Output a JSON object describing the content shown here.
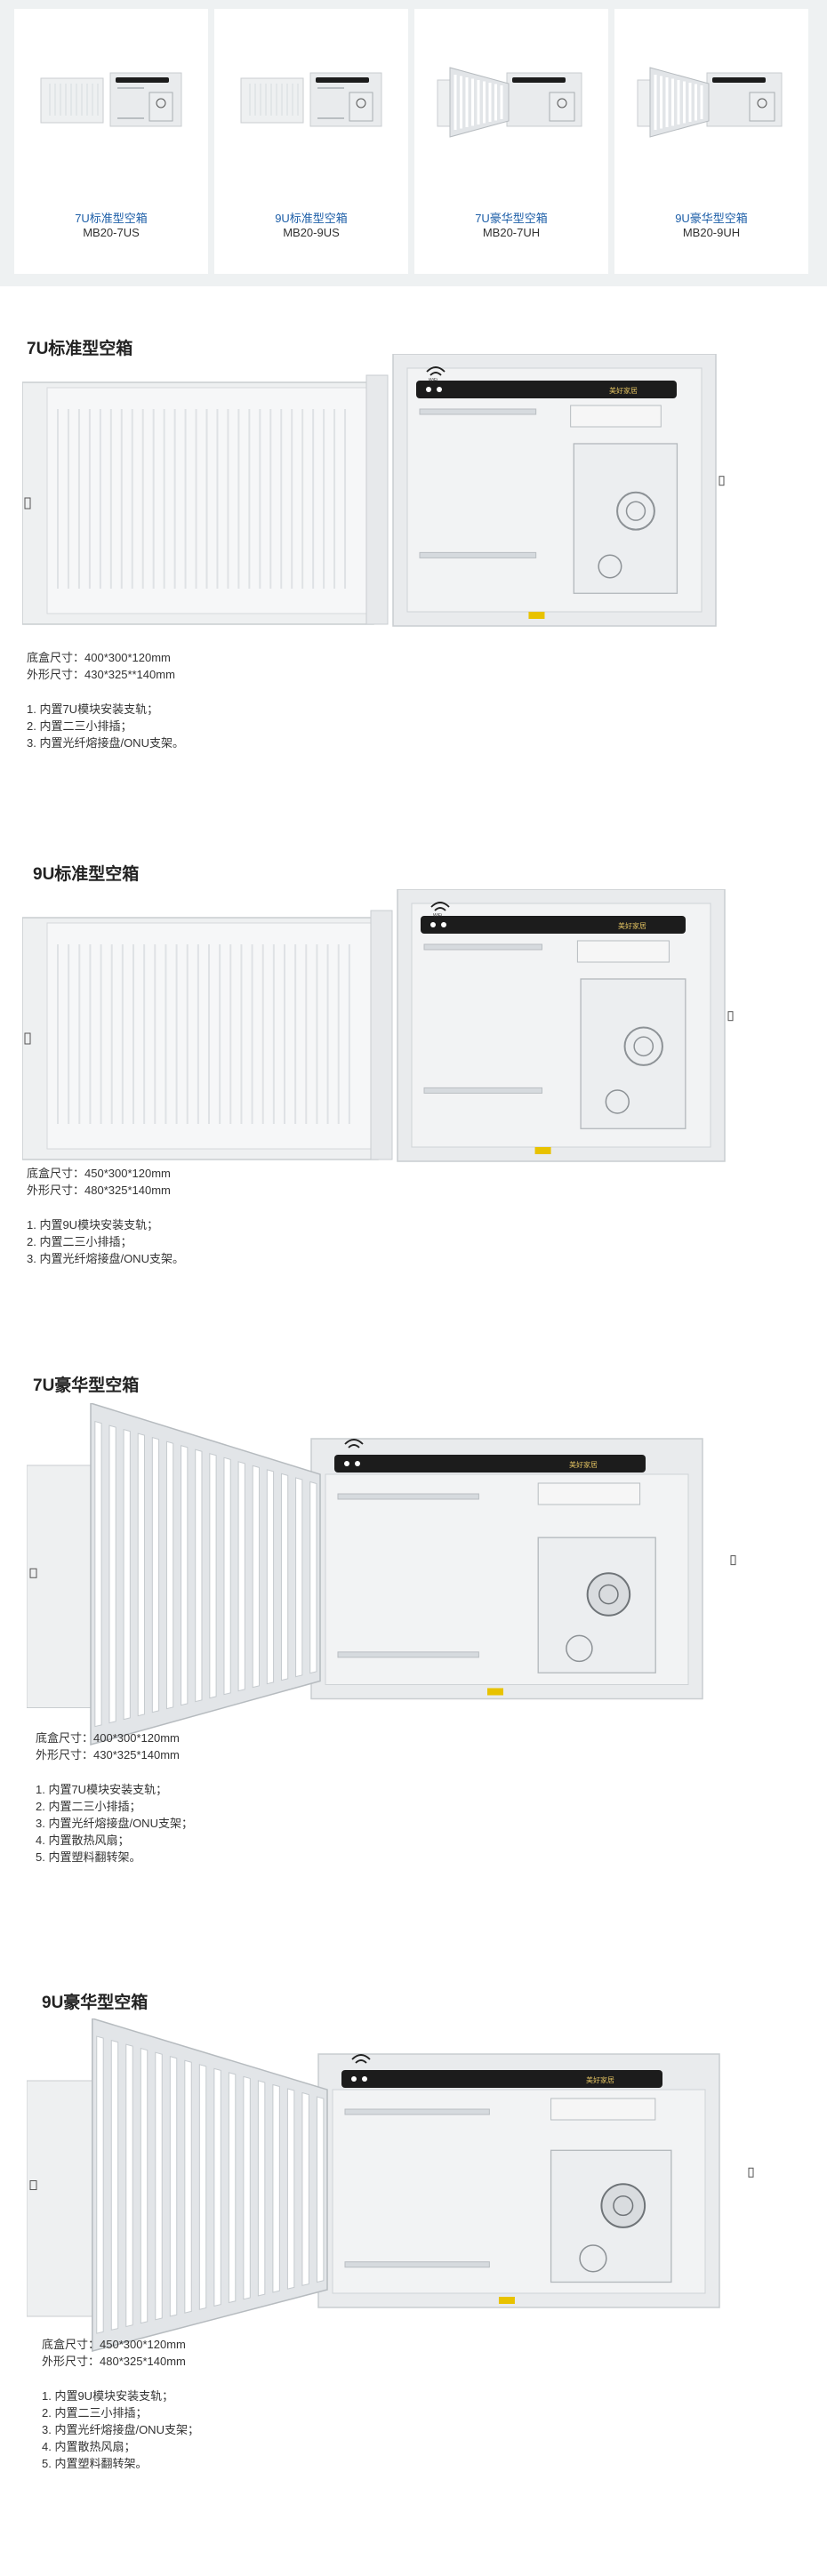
{
  "cards": [
    {
      "name": "7U标准型空箱",
      "model": "MB20-7US",
      "variant": "standard"
    },
    {
      "name": "9U标准型空箱",
      "model": "MB20-9US",
      "variant": "standard"
    },
    {
      "name": "7U豪华型空箱",
      "model": "MB20-7UH",
      "variant": "deluxe"
    },
    {
      "name": "9U豪华型空箱",
      "model": "MB20-9UH",
      "variant": "deluxe"
    }
  ],
  "products": [
    {
      "title": "7U标准型空箱",
      "variant": "standard",
      "box_size": "底盒尺寸：400*300*120mm",
      "outer_size": "外形尺寸：430*325**140mm",
      "features": [
        "1. 内置7U模块安装支轨；",
        "2. 内置二三小排插；",
        "3. 内置光纤熔接盘/ONU支架。"
      ]
    },
    {
      "title": "9U标准型空箱",
      "variant": "standard",
      "box_size": "底盒尺寸：450*300*120mm",
      "outer_size": "外形尺寸：480*325*140mm",
      "features": [
        "1. 内置9U模块安装支轨；",
        "2. 内置二三小排插；",
        "3. 内置光纤熔接盘/ONU支架。"
      ]
    },
    {
      "title": "7U豪华型空箱",
      "variant": "deluxe",
      "box_size": "底盒尺寸：400*300*120mm",
      "outer_size": "外形尺寸：430*325*140mm",
      "features": [
        "1. 内置7U模块安装支轨；",
        "2. 内置二三小排插；",
        "3. 内置光纤熔接盘/ONU支架；",
        "4. 内置散热风扇；",
        "5. 内置塑料翻转架。"
      ]
    },
    {
      "title": "9U豪华型空箱",
      "variant": "deluxe",
      "box_size": "底盒尺寸：450*300*120mm",
      "outer_size": "外形尺寸：480*325*140mm",
      "features": [
        "1. 内置9U模块安装支轨；",
        "2. 内置二三小排插；",
        "3. 内置光纤熔接盘/ONU支架；",
        "4. 内置散热风扇；",
        "5. 内置塑料翻转架。"
      ]
    }
  ],
  "panel_text": "美好家居",
  "wifi_label": "WiFi",
  "colors": {
    "strip_bg": "#eef1f2",
    "card_title": "#1e5fa8",
    "panel_black": "#1c1c1c",
    "box_body": "#f2f3f4",
    "box_edge": "#c9cdd0",
    "label_yellow": "#e8c200"
  }
}
